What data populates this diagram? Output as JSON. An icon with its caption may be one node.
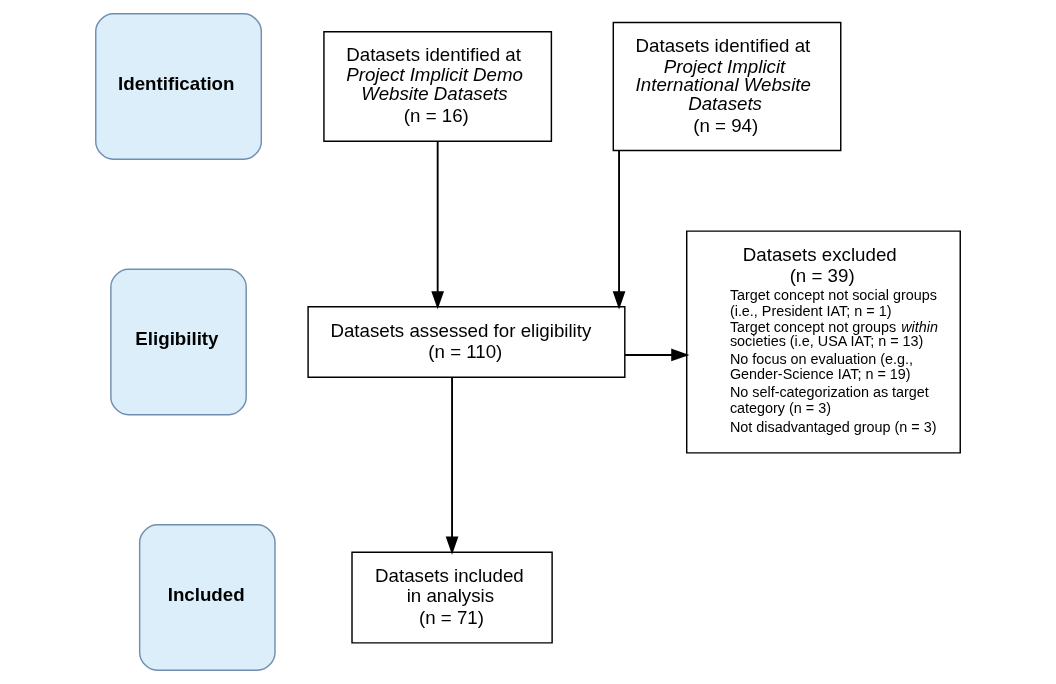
{
  "diagram": {
    "nodes": [
      {
        "text": [
          "Identification"
        ]
      },
      {
        "text": [
          "Eligibility"
        ]
      },
      {
        "text": [
          "Included"
        ]
      },
      {
        "text": [
          "Datasets identified at",
          "Project Implicit Demo Website Datasets",
          "(n = 16)"
        ]
      },
      {
        "text": [
          "Datasets identified at",
          "Project Implicit International Website Datasets",
          "(n = 94)"
        ]
      },
      {
        "text": [
          "Datasets assessed for eligibility",
          "(n = 110)"
        ]
      },
      {
        "text": [
          "Datasets excluded",
          "(n = 39)",
          "Target concept not social groups (i.e., President IAT; n = 1)",
          "Target concept not groups *within* societies (i.e, USA IAT; n = 13)",
          "No focus on evaluation (e.g., Gender-Science IAT; n = 19)",
          "No self-categorization as target category (n = 3)",
          "Not disadvantaged group (n = 3)"
        ]
      },
      {
        "text": [
          "Datasets included in analysis",
          "(n = 71)"
        ]
      }
    ],
    "edges": [
      {
        "from": 3,
        "to": 5,
        "arrow": "to"
      },
      {
        "from": 4,
        "to": 5,
        "arrow": "to"
      },
      {
        "from": 5,
        "to": 6,
        "arrow": "to"
      },
      {
        "from": 5,
        "to": 7,
        "arrow": "to"
      }
    ]
  }
}
